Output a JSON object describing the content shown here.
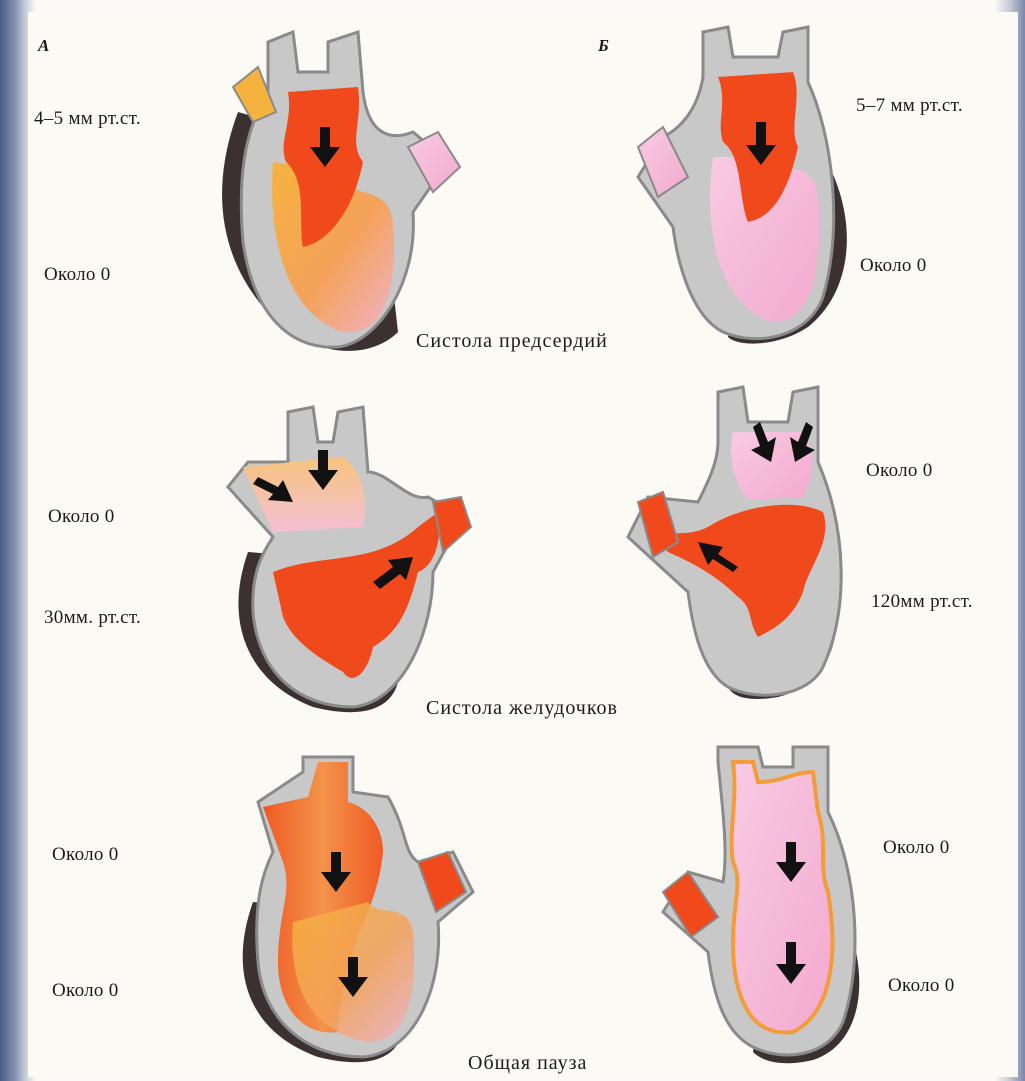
{
  "panels": {
    "left": "А",
    "right": "Б"
  },
  "captions": {
    "atrial_systole": "Систола предсердий",
    "ventricular_systole": "Систола желудочков",
    "general_pause": "Общая пауза"
  },
  "labels": {
    "row1_left_top": "4–5 мм рт.ст.",
    "row1_left_bottom": "Около 0",
    "row1_right_top": "5–7 мм рт.ст.",
    "row1_right_bottom": "Около 0",
    "row2_left_top": "Около 0",
    "row2_left_bottom": "30мм. рт.ст.",
    "row2_right_top": "Около 0",
    "row2_right_bottom": "120мм рт.ст.",
    "row3_left_top": "Около 0",
    "row3_left_bottom": "Около 0",
    "row3_right_top": "Около 0",
    "row3_right_bottom": "Около 0"
  },
  "colors": {
    "wall": "#c8c8c8",
    "wall_outline": "#8a8a8a",
    "shadow": "#3a3130",
    "blood_red": "#f04a1c",
    "blood_orange": "#f39c3a",
    "blood_pink": "#f2b8d8",
    "arrow": "#111111"
  }
}
